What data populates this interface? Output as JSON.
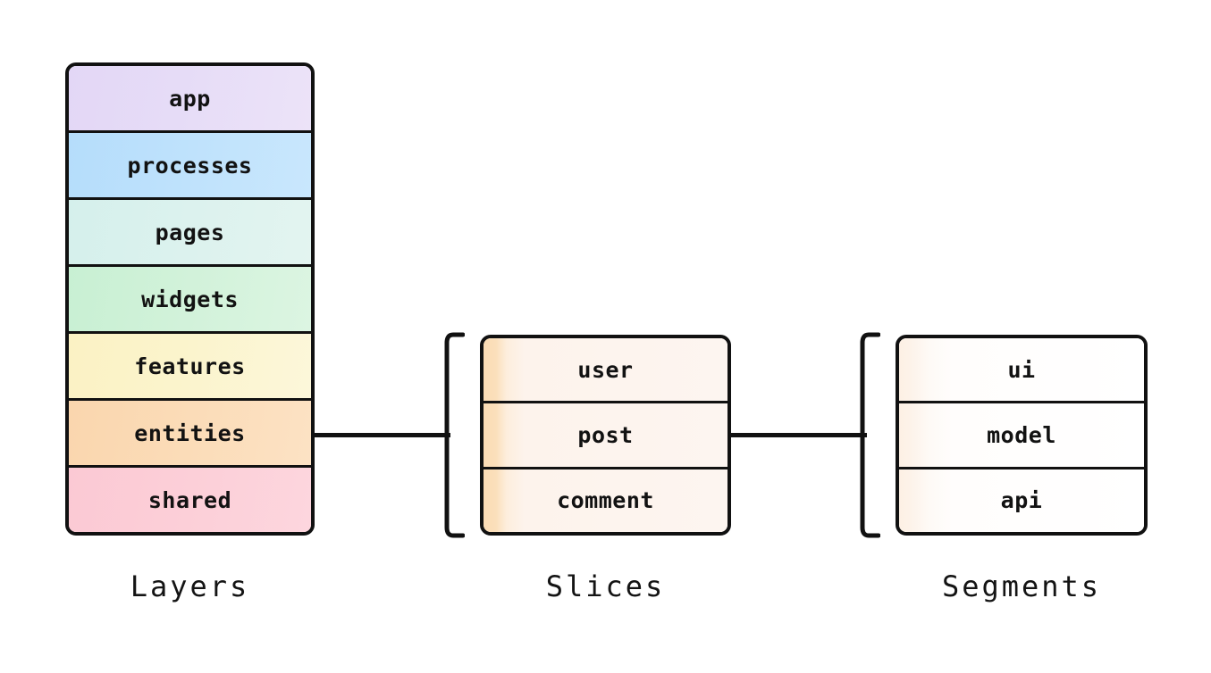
{
  "diagram": {
    "title": "Feature-Sliced Design structure",
    "background_color": "#ffffff",
    "line_color": "#111111"
  },
  "layers": {
    "caption": "Layers",
    "items": [
      {
        "label": "app",
        "color": "#e3d7f6"
      },
      {
        "label": "processes",
        "color": "#b5ddfb"
      },
      {
        "label": "pages",
        "color": "#d5f0ec"
      },
      {
        "label": "widgets",
        "color": "#c8f0d3"
      },
      {
        "label": "features",
        "color": "#fbf2c4"
      },
      {
        "label": "entities",
        "color": "#fad6ae"
      },
      {
        "label": "shared",
        "color": "#fbc9d4"
      }
    ]
  },
  "slices": {
    "caption": "Slices",
    "items": [
      {
        "label": "user",
        "color": "#fbdcb4"
      },
      {
        "label": "post",
        "color": "#fbdcb4"
      },
      {
        "label": "comment",
        "color": "#fbdcb4"
      }
    ]
  },
  "segments": {
    "caption": "Segments",
    "items": [
      {
        "label": "ui",
        "color": "#fdf0e4"
      },
      {
        "label": "model",
        "color": "#fdf0e4"
      },
      {
        "label": "api",
        "color": "#fdf0e4"
      }
    ]
  }
}
